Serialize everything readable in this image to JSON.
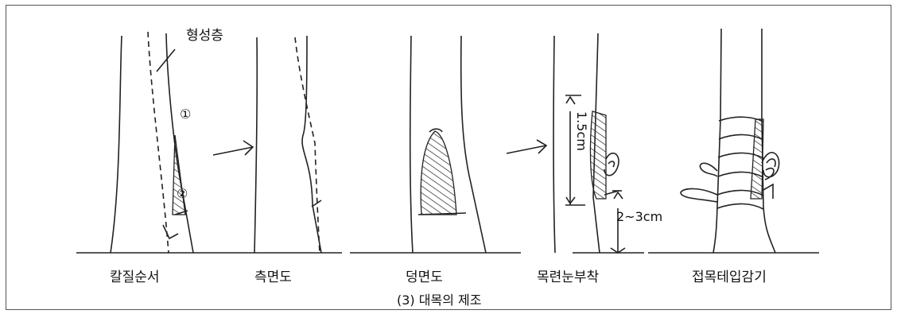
{
  "labels": {
    "cambium": "형성층",
    "marker1": "①",
    "marker2": "②",
    "length1": "1.5cm",
    "length2": "2~3cm"
  },
  "steps": [
    "칼질순서",
    "측면도",
    "덩면도",
    "목련눈부착",
    "접목테입감기"
  ],
  "caption": "(3) 대목의 제조"
}
